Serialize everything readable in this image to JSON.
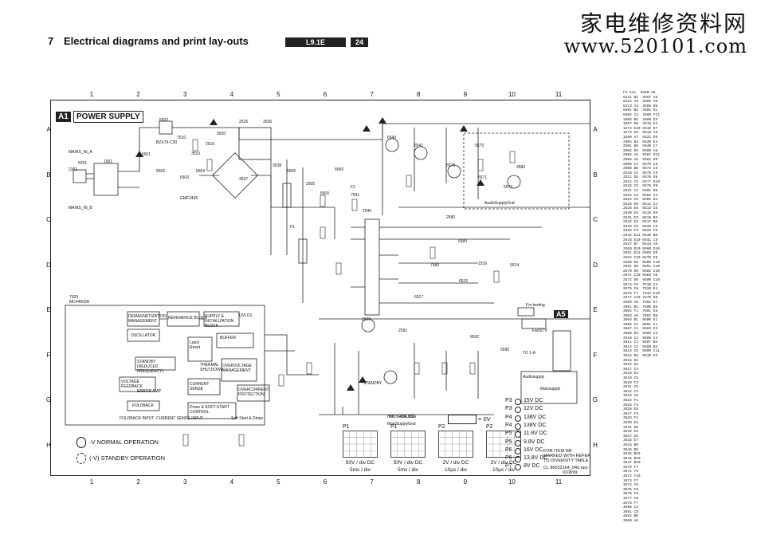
{
  "header": {
    "section_number": "7",
    "title": "Electrical diagrams and print lay-outs",
    "chassis": "L9.1E",
    "page": "24"
  },
  "watermark": {
    "chinese": "家电维修资料网",
    "url": "www.520101.com"
  },
  "diagram": {
    "badge": "A1",
    "title": "POWER SUPPLY",
    "connector_badge": "A5",
    "columns": [
      "1",
      "2",
      "3",
      "4",
      "5",
      "6",
      "7",
      "8",
      "9",
      "10",
      "11"
    ],
    "rows": [
      "A",
      "B",
      "C",
      "D",
      "E",
      "F",
      "G",
      "H"
    ],
    "ic_labels": {
      "ic_name": "MC44603A",
      "ic_ref": "7520",
      "demag": "DEMAGNETIZATION MANAGEMENT",
      "reference_block": "REFERENCE BLOCK",
      "uvlo": "UVLO1",
      "supply_init": "SUPPLY & INITIALIZATION BLOCK",
      "oscillator": "OSCILLATOR",
      "standby": "STANDBY (REDUCED FREQUENCY)",
      "thermal": "THERMAL SHUTDOWN",
      "current_sense": "CURRENT SENSE",
      "foldback": "FOLDBACK",
      "overvolt": "OVERVOLTAGE MANAGEMENT",
      "overcurrent": "OVERCURRENT PROTECTION",
      "soft_start": "Dmax & SOFT-START CONTROL",
      "buffer": "BUFFER",
      "latch": "Latch Reset",
      "voltage_feedback": "VOLTAGE FEEDBACK",
      "error_amp": "ERROR AMP",
      "foldback_input": "FOLDBACK INPUT",
      "current_sense_input": "CURRENT SENSE INPUT",
      "soft_start_dmax": "Soft Start & Dmax"
    },
    "component_labels": [
      "5201",
      "2201",
      "1501",
      "5502",
      "6501",
      "6502",
      "6503",
      "6504",
      "3510",
      "2510",
      "7510",
      "3520",
      "2526",
      "3536",
      "3537",
      "3538",
      "5505",
      "2505",
      "6505",
      "5565",
      "7540",
      "7541",
      "6540",
      "6541",
      "5570",
      "5575",
      "5571",
      "5572",
      "3580",
      "2580",
      "6580",
      "7580",
      "1516",
      "6514",
      "6515",
      "6517",
      "2590",
      "2591",
      "6592",
      "6595"
    ],
    "signal_labels": [
      "MAINS_IN_A",
      "MAINS_IN_B",
      "BZX79-C30",
      "GMF2405",
      "STANDBY",
      "HOT GROUND",
      "MainSupplyGnd",
      "AudioSupplyGnd",
      "NOT FOR USA",
      "TO 1-A",
      "Audiosupply",
      "Mainsupply",
      "For testing",
      "Fact2TV",
      "F1",
      "F2"
    ]
  },
  "legend": {
    "normal_op": "-V   NORMAL OPERATION",
    "standby_op": "(-V) STANDBY OPERATION",
    "zero_v": "= 0V"
  },
  "voltages": [
    {
      "label": "P3",
      "value": "15V DC"
    },
    {
      "label": "P3",
      "value": "12V DC"
    },
    {
      "label": "P4",
      "value": "138V DC"
    },
    {
      "label": "P4",
      "value": "138V DC"
    },
    {
      "label": "P5",
      "value": "11.8V DC"
    },
    {
      "label": "P5",
      "value": "9.8V DC"
    },
    {
      "label": "P6",
      "value": "16V DC"
    },
    {
      "label": "P6",
      "value": "13.8V DC"
    },
    {
      "label": "P7",
      "value": "8V DC"
    }
  ],
  "waveforms": [
    {
      "probe": "P1",
      "scale": "50V / div DC",
      "time": "5ms / div"
    },
    {
      "probe": "P1",
      "scale": "50V / div DC",
      "time": "5ms / div"
    },
    {
      "probe": "P2",
      "scale": "2V / div DC",
      "time": "10µs / div"
    },
    {
      "probe": "P2",
      "scale": "2V / div DC",
      "time": "10µs / div"
    }
  ],
  "footnote": "FOR ITEM NR MARKED WITH REFER TO DIVERSITY TABLE",
  "doc_code": "CL 86532164_040.eps",
  "doc_date": "010699",
  "parts_list": "F1 E11  3580 A8\n6211 B1  3587 A9\n6212 A4  3588 A9\n6213 A4  3589 B9\n6501 B1  4501 D1\n6504 C3  4508 F11\n1505 B2  4509 D3\n1507 D8  4510 E3\n1572 E10 5510 D7\n1573 E9  5516 C8\n1580 A7  5521 D5\n2505 B3  5540 E4\n2501 B6  5540 C7\n2502 D6  5560 A8\n2504 A5  5561 D11\n2505 A5  5562 D9\n2506 C4  5570 C8\n2508 B5  5573 C8\n2510 C5  5575 C9\n2511 D5  5576 D9\n2512 C5  5577 D10\n2516 C5  5578 D9\n2521 C4  6501 B5\n2522 C3  6502 C3\n2524 C5  6505 D4\n2525 D5  6511 C1\n2526 E6  6513 C5\n2530 E5  6515 D5\n2531 E3  6516 B6\n2532 E3  6517 B6\n2533 C5  6520 C6\n2535 F3  6525 F6\n2542 E11 6540 B8\n2543 E10 6541 C8\n2547 B7  6544 A8\n2550 D10 6560 D10\n2551 D11 6565 D9\n2552 C10 6570 C8\n2560 D9  6580 C10\n2561 D9  6581 C10\n2570 D9  6582 C10\n2571 C10 6583 A8\n2572 D9  6590 C10\n2574 F8  7510 C4\n2575 F8  7520 E4\n2576 F7  7542 E10\n2577 C10 7570 D8\n2580 A8  7581 E7\n3501 B3  7590 B8\n3502 F1  7591 E8\n3503 A8  7592 B8\n3504 B1  9500 E1\n3505 C1  9501 C1\n3507 C4  9503 E2\n3508 D3  9505 C3\n3510 C4  9506 C4\n3511 C4  9507 B4\n3512 C4  9508 B3\n3513 C5  9509 C11\n3514 D5  9510 E3\n3515 D4\n3516 D4\n3517 C4\n3518 D4\n3519 C5\n3520 F3\n3521 C5\n3522 C4\n3523 C5\n3524 F1\n3525 F3\n3526 E5\n3527 F5\n3528 F2\n3530 E5\n3531 D5\n3533 E5\n3537 E5\n3542 E7\n3543 B9\n3544 B9\n3545 B10\n3546 B10\n3547 B10\n3570 F7\n3571 F6\n3572 F10\n3573 F7\n3574 F8\n3575 F9\n3576 F8\n3577 F8\n3578 F7\n3580 C3\n3581 C8\n3582 B8\n3589 A8"
}
